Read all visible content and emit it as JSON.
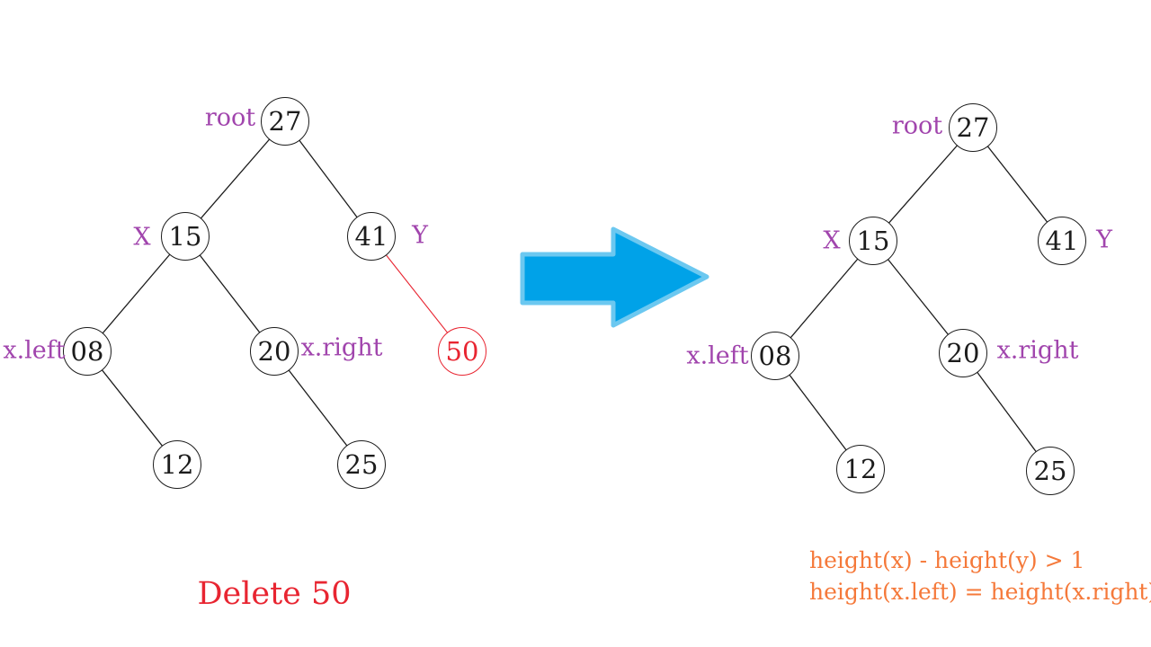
{
  "colors": {
    "node_ink": "#1c1c1c",
    "delete_red": "#e82531",
    "label_purple": "#a145ad",
    "arrow_blue": "#00a2e8",
    "arrow_blue_edge": "#6cc8f0",
    "condition_orange": "#f5793a"
  },
  "trees": [
    {
      "side": "left",
      "name": "avl-tree-before-delete",
      "nodes": [
        {
          "value": "27"
        },
        {
          "value": "15"
        },
        {
          "value": "41"
        },
        {
          "value": "08"
        },
        {
          "value": "20"
        },
        {
          "value": "50",
          "highlight": true
        },
        {
          "value": "12"
        },
        {
          "value": "25"
        }
      ],
      "edges": [
        {
          "from": "27",
          "to": "15"
        },
        {
          "from": "27",
          "to": "41"
        },
        {
          "from": "15",
          "to": "08"
        },
        {
          "from": "15",
          "to": "20"
        },
        {
          "from": "41",
          "to": "50",
          "highlight": true
        },
        {
          "from": "08",
          "to": "12"
        },
        {
          "from": "20",
          "to": "25"
        }
      ],
      "labels": [
        {
          "text": "root"
        },
        {
          "text": "X"
        },
        {
          "text": "Y"
        },
        {
          "text": "x.left"
        },
        {
          "text": "x.right"
        }
      ]
    },
    {
      "side": "right",
      "name": "avl-tree-after-delete",
      "nodes": [
        {
          "value": "27"
        },
        {
          "value": "15"
        },
        {
          "value": "41"
        },
        {
          "value": "08"
        },
        {
          "value": "20"
        },
        {
          "value": "12"
        },
        {
          "value": "25"
        }
      ],
      "edges": [
        {
          "from": "27",
          "to": "15"
        },
        {
          "from": "27",
          "to": "41"
        },
        {
          "from": "15",
          "to": "08"
        },
        {
          "from": "15",
          "to": "20"
        },
        {
          "from": "08",
          "to": "12"
        },
        {
          "from": "20",
          "to": "25"
        }
      ],
      "labels": [
        {
          "text": "root"
        },
        {
          "text": "X"
        },
        {
          "text": "Y"
        },
        {
          "text": "x.left"
        },
        {
          "text": "x.right"
        }
      ]
    }
  ],
  "caption": {
    "text": "Delete 50"
  },
  "conditions": {
    "line1": "height(x) - height(y) > 1",
    "line2": "height(x.left) = height(x.right)"
  },
  "arrow": {
    "icon": "right-arrow"
  }
}
